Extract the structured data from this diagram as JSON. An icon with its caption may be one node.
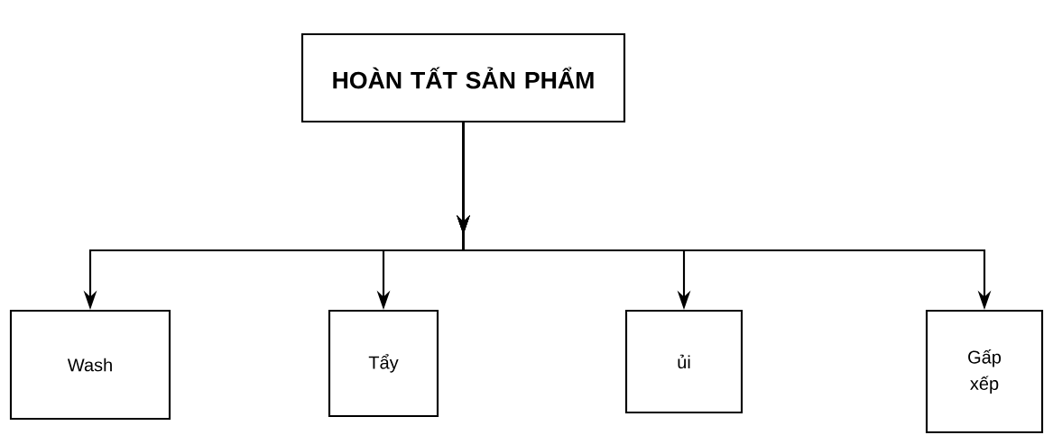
{
  "diagram": {
    "nodes": [
      {
        "text": [
          "HOÀN TẤT SẢN PHẨM"
        ]
      },
      {
        "text": [
          "Wash"
        ]
      },
      {
        "text": [
          "Tẩy"
        ]
      },
      {
        "text": [
          "ủi"
        ]
      },
      {
        "text": [
          "Gấp xếp"
        ]
      }
    ],
    "edges": [
      {
        "from": 0,
        "to": 1,
        "arrow": "to"
      },
      {
        "from": 0,
        "to": 2,
        "arrow": "to"
      },
      {
        "from": 0,
        "to": 3,
        "arrow": "to"
      },
      {
        "from": 0,
        "to": 4,
        "arrow": "to"
      }
    ]
  }
}
